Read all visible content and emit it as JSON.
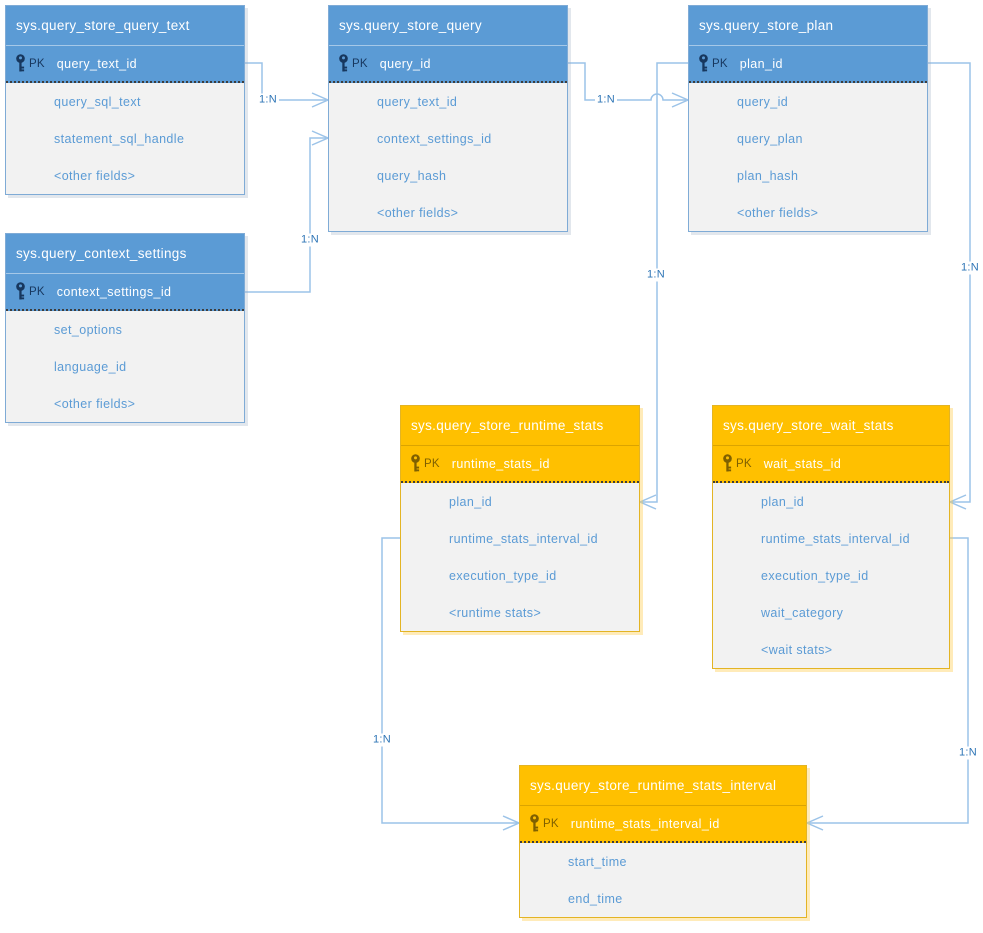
{
  "diagram": {
    "kind": "entity-relationship-diagram",
    "colors": {
      "blue_table": "#5B9BD5",
      "orange_table": "#FFC000",
      "body_background": "#F2F2F2",
      "field_text": "#5B9BD5",
      "connector_line": "#9CC3E8",
      "connector_label_text": "#2E75B6"
    },
    "tables": [
      {
        "id": "query_store_query_text",
        "title": "sys.query_store_query_text",
        "theme": "blue",
        "pk_badge": "PK",
        "pk_field": "query_text_id",
        "fields": [
          "query_sql_text",
          "statement_sql_handle",
          "<other fields>"
        ]
      },
      {
        "id": "query_store_query",
        "title": "sys.query_store_query",
        "theme": "blue",
        "pk_badge": "PK",
        "pk_field": "query_id",
        "fields": [
          "query_text_id",
          "context_settings_id",
          "query_hash",
          "<other fields>"
        ]
      },
      {
        "id": "query_store_plan",
        "title": "sys.query_store_plan",
        "theme": "blue",
        "pk_badge": "PK",
        "pk_field": "plan_id",
        "fields": [
          "query_id",
          "query_plan",
          "plan_hash",
          "<other fields>"
        ]
      },
      {
        "id": "query_context_settings",
        "title": "sys.query_context_settings",
        "theme": "blue",
        "pk_badge": "PK",
        "pk_field": "context_settings_id",
        "fields": [
          "set_options",
          "language_id",
          "<other fields>"
        ]
      },
      {
        "id": "query_store_runtime_stats",
        "title": "sys.query_store_runtime_stats",
        "theme": "orange",
        "pk_badge": "PK",
        "pk_field": "runtime_stats_id",
        "fields": [
          "plan_id",
          "runtime_stats_interval_id",
          "execution_type_id",
          "<runtime stats>"
        ]
      },
      {
        "id": "query_store_wait_stats",
        "title": "sys.query_store_wait_stats",
        "theme": "orange",
        "pk_badge": "PK",
        "pk_field": "wait_stats_id",
        "fields": [
          "plan_id",
          "runtime_stats_interval_id",
          "execution_type_id",
          "wait_category",
          "<wait stats>"
        ]
      },
      {
        "id": "query_store_runtime_stats_interval",
        "title": "sys.query_store_runtime_stats_interval",
        "theme": "orange",
        "pk_badge": "PK",
        "pk_field": "runtime_stats_interval_id",
        "fields": [
          "start_time",
          "end_time"
        ]
      }
    ],
    "relationships": [
      {
        "label": "1:N",
        "from": "sys.query_store_query_text.query_text_id",
        "to": "sys.query_store_query.query_text_id"
      },
      {
        "label": "1:N",
        "from": "sys.query_context_settings.context_settings_id",
        "to": "sys.query_store_query.context_settings_id"
      },
      {
        "label": "1:N",
        "from": "sys.query_store_query.query_id",
        "to": "sys.query_store_plan.query_id"
      },
      {
        "label": "1:N",
        "from": "sys.query_store_plan.plan_id",
        "to": "sys.query_store_runtime_stats.plan_id"
      },
      {
        "label": "1:N",
        "from": "sys.query_store_plan.plan_id",
        "to": "sys.query_store_wait_stats.plan_id"
      },
      {
        "label": "1:N",
        "from": "sys.query_store_runtime_stats.runtime_stats_interval_id",
        "to": "sys.query_store_runtime_stats_interval.runtime_stats_interval_id"
      },
      {
        "label": "1:N",
        "from": "sys.query_store_wait_stats.runtime_stats_interval_id",
        "to": "sys.query_store_runtime_stats_interval.runtime_stats_interval_id"
      }
    ]
  }
}
